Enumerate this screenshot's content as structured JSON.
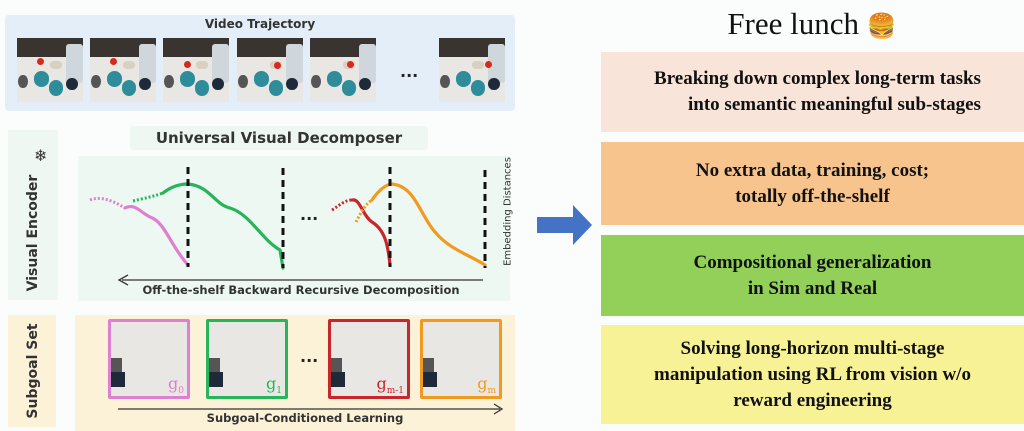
{
  "video_trajectory": {
    "title": "Video Trajectory",
    "ellipsis": "..."
  },
  "decomposer": {
    "title": "Universal Visual Decomposer",
    "encoder_label": "Visual Encoder",
    "encoder_icon": "snowflake-icon",
    "axis_label": "Embedding Distances",
    "arrow_label": "Off-the-shelf Backward Recursive Decomposition",
    "ellipsis": "...",
    "curve_colors": [
      "#de7fcf",
      "#27b45a",
      "#c8262a",
      "#f29a20"
    ]
  },
  "subgoal_set": {
    "label": "Subgoal Set",
    "ellipsis": "...",
    "arrow_label": "Subgoal-Conditioned Learning",
    "subgoals": [
      {
        "base": "g",
        "sub": "0",
        "color": "#de7fcf"
      },
      {
        "base": "g",
        "sub": "1",
        "color": "#27b45a"
      },
      {
        "base": "g",
        "sub": "m-1",
        "color": "#c8262a"
      },
      {
        "base": "g",
        "sub": "m",
        "color": "#f29a20"
      }
    ]
  },
  "arrow_color": "#4472c4",
  "free_lunch": {
    "title": "Free lunch",
    "emoji": "🍔",
    "items": [
      {
        "lines": [
          "Breaking down complex long-term tasks",
          "into semantic meaningful sub-stages"
        ],
        "color": "#f8e4d9"
      },
      {
        "lines": [
          "No extra data, training, cost;",
          "totally off-the-shelf"
        ],
        "color": "#f6c48c"
      },
      {
        "lines": [
          "Compositional generalization",
          "in Sim and Real"
        ],
        "color": "#92d05a"
      },
      {
        "lines": [
          "Solving long-horizon multi-stage",
          "manipulation using RL from vision w/o",
          "reward engineering"
        ],
        "color": "#f8f297"
      }
    ]
  }
}
